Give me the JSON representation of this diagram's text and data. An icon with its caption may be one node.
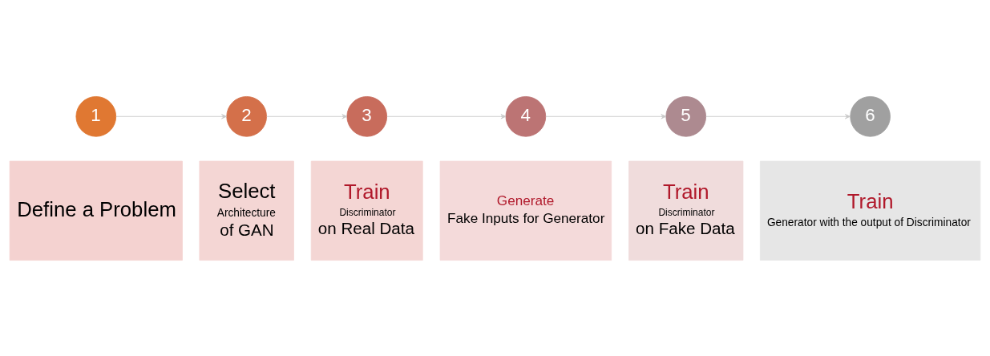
{
  "diagram": {
    "nodes": [
      {
        "text": [
          "1"
        ]
      },
      {
        "text": [
          "2"
        ]
      },
      {
        "text": [
          "3"
        ]
      },
      {
        "text": [
          "4"
        ]
      },
      {
        "text": [
          "5"
        ]
      },
      {
        "text": [
          "6"
        ]
      },
      {
        "text": [
          "Define a Problem"
        ]
      },
      {
        "text": [
          "Select",
          "Architecture",
          "of GAN"
        ]
      },
      {
        "text": [
          "Train",
          "Discriminator",
          "on Real Data"
        ]
      },
      {
        "text": [
          "Generate",
          "Fake Inputs for Generator"
        ]
      },
      {
        "text": [
          "Train",
          "Discriminator",
          "on Fake Data"
        ]
      },
      {
        "text": [
          "Train",
          "Generator with the output of Discriminator"
        ]
      }
    ],
    "edges": [
      {
        "from": 0,
        "to": 1,
        "arrow": "to"
      },
      {
        "from": 1,
        "to": 2,
        "arrow": "to"
      },
      {
        "from": 2,
        "to": 3,
        "arrow": "to"
      },
      {
        "from": 3,
        "to": 4,
        "arrow": "to"
      },
      {
        "from": 4,
        "to": 5,
        "arrow": "to"
      }
    ]
  }
}
